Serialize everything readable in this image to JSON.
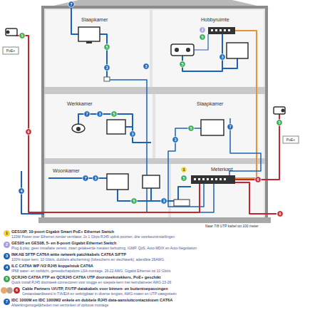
{
  "diagram": {
    "nodes": [
      {
        "text": [
          "Slaapkamer"
        ]
      },
      {
        "text": [
          "Hobbyruimte"
        ]
      },
      {
        "text": [
          "Werkkamer"
        ]
      },
      {
        "text": [
          "Slaapkamer"
        ]
      },
      {
        "text": [
          "Woonkamer"
        ]
      },
      {
        "text": [
          "Meterkast"
        ]
      }
    ],
    "labels": [
      "PoE+",
      "PoE+",
      "Naar 7/8 UTP kabel tot 100 meter",
      "7",
      "5",
      "3",
      "2",
      "5",
      "3",
      "5",
      "3",
      "5",
      "6",
      "4",
      "7",
      "3",
      "5",
      "3",
      "5",
      "3",
      "7",
      "5",
      "6",
      "7",
      "3",
      "5",
      "3",
      "5",
      "1",
      "6",
      "1",
      "2",
      "3",
      "4",
      "5",
      "6",
      "7",
      "120W Power over Ethernet zonder ventilator, 2x 1 Gbps RJ45 uplink poorten, drie voorkeursinstellingen",
      "Plug & play, geen installatie vereist, zwart gelakeerde metalen behuizing, IGMP, QoS, Auto-MDIX en Auto-Negotiation",
      "100% koper kern, 10 Gbit/s, dubbele afscherming (foliescherm en vlechtwerk), aderdikte 26AWG",
      "IP68 water- en stofdicht, gereedschapsloze LSA-montage, 26-22 AWG, Gigabit Ethernet tot 10 Gbit/s",
      "Quick install RJ45 doorsteek-connectoren voor stugge en soepele kern met kerndiameter AWG 23-26",
      "Gestandaardiseerd in TIA/EIA en verkrijgbaar in diverse lengtes, AWG-maten en UTP-categorieën",
      "Afwerkingsmogelijkheden met verzonken of opbouw montage"
    ],
    "legend": [
      {
        "text": "GES10P, 10-poort Gigabit Smart PoE+ Ethernet Switch",
        "color": "#f2d43a"
      },
      {
        "text": "GES05 en GES08, 5- en 8-poort Gigabit Ethernet Switch",
        "color": "#a99be0"
      },
      {
        "text": "INKAB SFTP CAT6A witte netwerk patchkabels CAT6A S/FTP",
        "color": "#1c63b7"
      },
      {
        "text": "ILC CAT6A WP /V2 RJ45 koppelstuk CAT6A",
        "color": "#1c63b7"
      },
      {
        "text": "QCRJ45 CAT6A FTP en QCRJ45 CAT6A UTP doorsteekstekkers, PoE+ geschikt",
        "color": "#3aa64a"
      },
      {
        "text": "Cable Partners U/UTP, F/UTP datakabels voor binnen- en buitentoepassingen",
        "color": "#c4262e"
      },
      {
        "text": "IDC 1000M en IDC 1000M2 enkele en dubbele RJ45 data-aansluitcontactdozen CAT6A",
        "color": "#1c63b7"
      }
    ]
  }
}
